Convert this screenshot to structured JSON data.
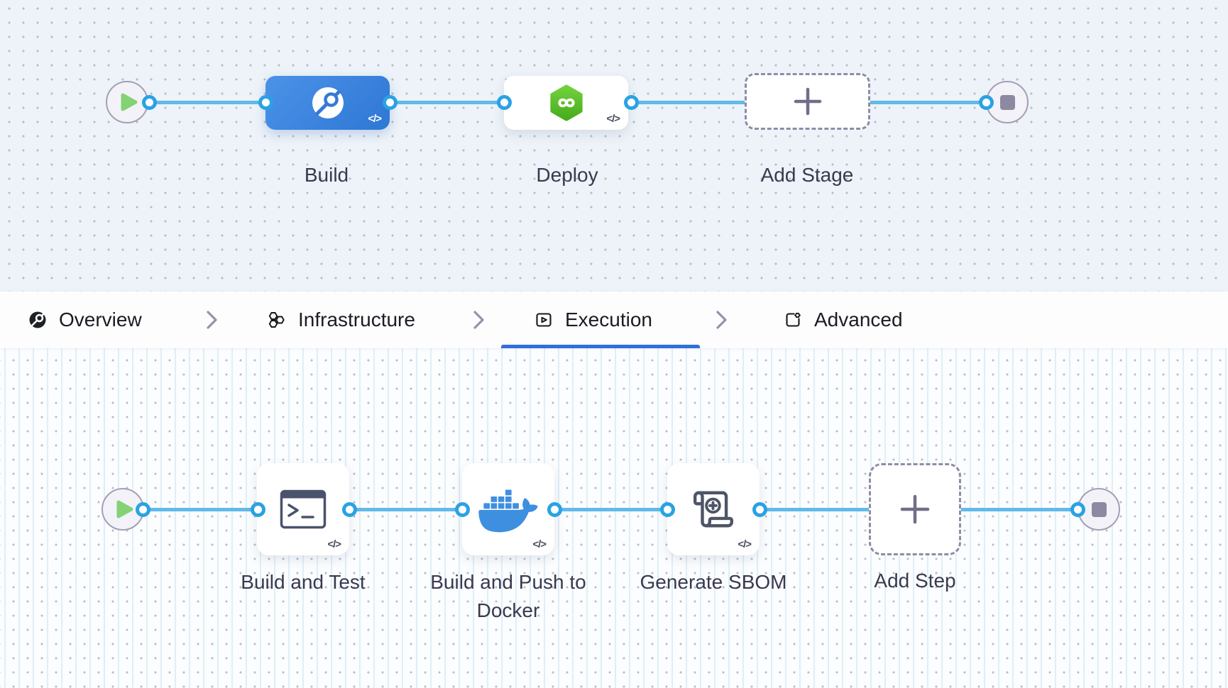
{
  "stage_pipeline": {
    "stages": [
      {
        "label": "Build",
        "kind": "ci-build-stage",
        "code_badge": "</>"
      },
      {
        "label": "Deploy",
        "kind": "cd-deploy-stage",
        "code_badge": "</>"
      },
      {
        "label": "Add Stage",
        "kind": "add-stage-placeholder"
      }
    ]
  },
  "tab_bar": {
    "tabs": [
      {
        "label": "Overview",
        "icon": "overview-pipeline-icon",
        "active": false
      },
      {
        "label": "Infrastructure",
        "icon": "infrastructure-hexagons-icon",
        "active": false
      },
      {
        "label": "Execution",
        "icon": "execution-play-icon",
        "active": true
      },
      {
        "label": "Advanced",
        "icon": "advanced-settings-icon",
        "active": false
      }
    ]
  },
  "step_pipeline": {
    "steps": [
      {
        "label": "Build and Test",
        "icon": "run-terminal-icon",
        "code_badge": "</>"
      },
      {
        "label": "Build and Push to Docker",
        "icon": "docker-icon",
        "code_badge": "</>"
      },
      {
        "label": "Generate SBOM",
        "icon": "sbom-scroll-icon",
        "code_badge": "</>"
      },
      {
        "label": "Add Step",
        "icon": "plus-icon"
      }
    ]
  },
  "icons": {
    "start_node": "play-icon",
    "end_node": "stop-icon",
    "breadcrumb_separator": "chevron-right-icon",
    "add": "plus-icon"
  },
  "colors": {
    "flow_line": "#62b9ea",
    "connector_ring": "#2aa2e4",
    "active_tab_underline": "#2f6fd9",
    "build_stage_blue": "#3b84da",
    "harness_green": "#52bb24",
    "docker_blue": "#3e8fe0",
    "play_green": "#83d276",
    "node_gray": "#8c89a2"
  }
}
